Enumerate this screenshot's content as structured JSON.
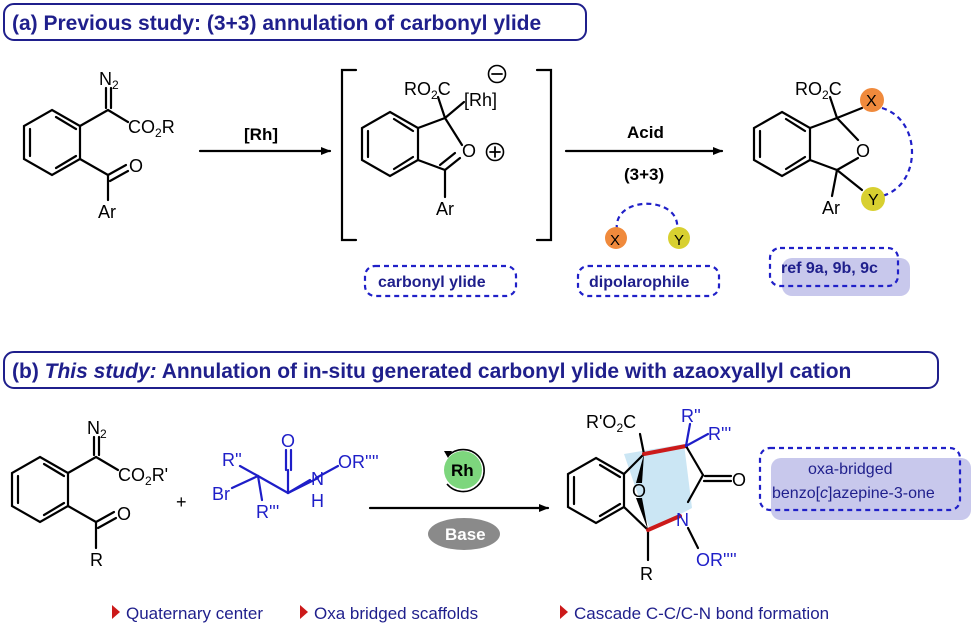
{
  "header_a": {
    "title": "(a) Previous study: (3+3) annulation of carbonyl ylide"
  },
  "header_b": {
    "prefix": "(b) ",
    "italic": "This study:",
    "rest": " Annulation of in-situ generated carbonyl ylide with azaoxyallyl cation"
  },
  "reagents": {
    "rh": "[Rh]",
    "acid": "Acid",
    "plus": "+",
    "rh_circle": "Rh",
    "base": "Base",
    "annulation": "(3+3)"
  },
  "labels": {
    "carbonyl_ylide": "carbonyl ylide",
    "dipolarophile": "dipolarophile",
    "refs": "ref 9a, 9b, 9c",
    "oxa_line1": "oxa-bridged",
    "oxa_line2_a": "benzo[",
    "oxa_line2_c": "c",
    "oxa_line2_b": "]azepine-3-one"
  },
  "atoms": {
    "n2": "N",
    "n2_sub": "2",
    "co2r": "CO",
    "co2r_sub": "2",
    "co2r_r": "R",
    "o": "O",
    "ar": "Ar",
    "ro2c": "RO",
    "ro2c_sub": "2",
    "ro2c_c": "C",
    "rh_bracket": "[Rh]",
    "x": "X",
    "y": "Y",
    "co2rp_r": "R'",
    "r": "R",
    "rpp": "R''",
    "rppp": "R'''",
    "br": "Br",
    "h": "H",
    "n": "N",
    "orpppp": "OR''''",
    "rpo2c": "R'O",
    "rpo2c_c": "C"
  },
  "footer": {
    "items": [
      "Quaternary center",
      "Oxa bridged scaffolds",
      "Cascade C-C/C-N bond formation"
    ]
  },
  "colors": {
    "navy": "#1f1f8c",
    "blue": "#1e1ec8",
    "orange": "#f08a3c",
    "yellow": "#d8d030",
    "green": "#7dd67d",
    "red": "#cc1a1a",
    "lightblue": "#c5e3f3",
    "lavender": "#c8c8ec",
    "gray": "#8a8a8a"
  }
}
